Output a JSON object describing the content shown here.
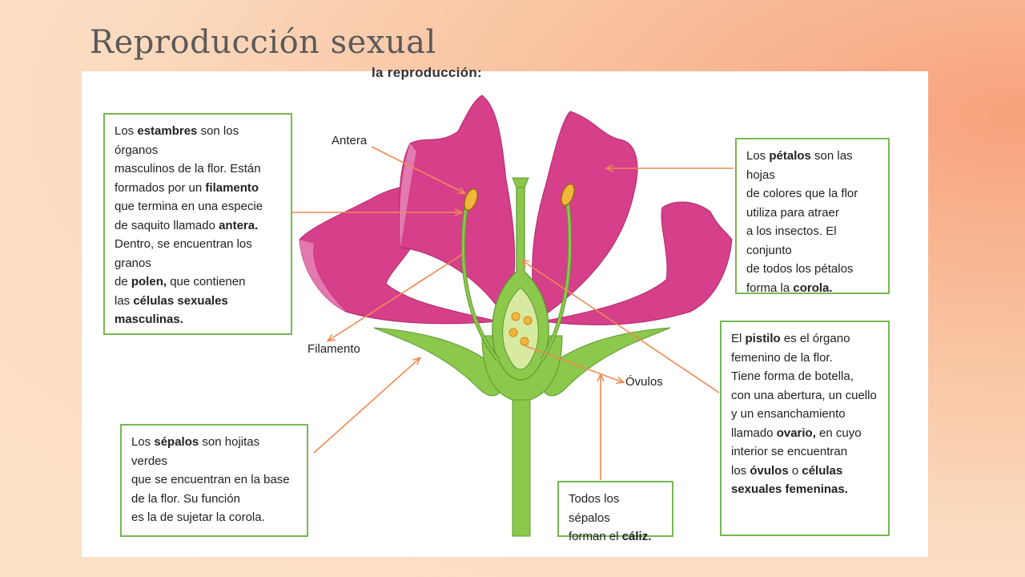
{
  "title": "Reproducción sexual",
  "panel": {
    "cut_heading": "la reproducción:"
  },
  "labels": {
    "antera": "Antera",
    "filamento": "Filamento",
    "ovulos": "Óvulos"
  },
  "boxes": {
    "estambres": [
      [
        {
          "t": "Los "
        },
        {
          "t": "estambres",
          "b": true
        },
        {
          "t": " son los órganos"
        }
      ],
      [
        {
          "t": "masculinos de la flor. Están"
        }
      ],
      [
        {
          "t": "formados por un "
        },
        {
          "t": "filamento",
          "b": true
        }
      ],
      [
        {
          "t": "que termina en una especie"
        }
      ],
      [
        {
          "t": "de saquito llamado "
        },
        {
          "t": "antera.",
          "b": true
        }
      ],
      [
        {
          "t": "Dentro, se encuentran los granos"
        }
      ],
      [
        {
          "t": "de "
        },
        {
          "t": "polen,",
          "b": true
        },
        {
          "t": " que contienen"
        }
      ],
      [
        {
          "t": "las "
        },
        {
          "t": "células sexuales",
          "b": true
        }
      ],
      [
        {
          "t": "masculinas.",
          "b": true
        }
      ]
    ],
    "petalos": [
      [
        {
          "t": "Los "
        },
        {
          "t": "pétalos",
          "b": true
        },
        {
          "t": " son las hojas"
        }
      ],
      [
        {
          "t": "de colores que la flor"
        }
      ],
      [
        {
          "t": "utiliza para atraer"
        }
      ],
      [
        {
          "t": "a los insectos. El conjunto"
        }
      ],
      [
        {
          "t": "de todos los pétalos"
        }
      ],
      [
        {
          "t": "forma la "
        },
        {
          "t": "corola.",
          "b": true
        }
      ]
    ],
    "pistilo": [
      [
        {
          "t": "El "
        },
        {
          "t": "pistilo",
          "b": true
        },
        {
          "t": " es el órgano"
        }
      ],
      [
        {
          "t": "femenino de la flor."
        }
      ],
      [
        {
          "t": "Tiene forma de botella,"
        }
      ],
      [
        {
          "t": "con una abertura, un cuello"
        }
      ],
      [
        {
          "t": "y un ensanchamiento"
        }
      ],
      [
        {
          "t": "llamado "
        },
        {
          "t": "ovario,",
          "b": true
        },
        {
          "t": " en cuyo"
        }
      ],
      [
        {
          "t": "interior se encuentran"
        }
      ],
      [
        {
          "t": "los "
        },
        {
          "t": "óvulos",
          "b": true
        },
        {
          "t": " o "
        },
        {
          "t": "células",
          "b": true
        }
      ],
      [
        {
          "t": "sexuales femeninas.",
          "b": true
        }
      ]
    ],
    "sepalos": [
      [
        {
          "t": "Los "
        },
        {
          "t": "sépalos",
          "b": true
        },
        {
          "t": " son hojitas verdes"
        }
      ],
      [
        {
          "t": "que se encuentran en la base"
        }
      ],
      [
        {
          "t": "de la flor. Su función"
        }
      ],
      [
        {
          "t": "es la de sujetar la corola."
        }
      ]
    ],
    "caliz": [
      [
        {
          "t": "Todos los sépalos"
        }
      ],
      [
        {
          "t": "forman el "
        },
        {
          "t": "cáliz.",
          "b": true
        }
      ]
    ]
  },
  "colors": {
    "petal": "#d63f8a",
    "petal_light": "#e58ab8",
    "green": "#8cc84b",
    "green_dark": "#5a9a32",
    "anther": "#f2b63a",
    "arrow": "#ef8a54",
    "border": "#76b853"
  }
}
